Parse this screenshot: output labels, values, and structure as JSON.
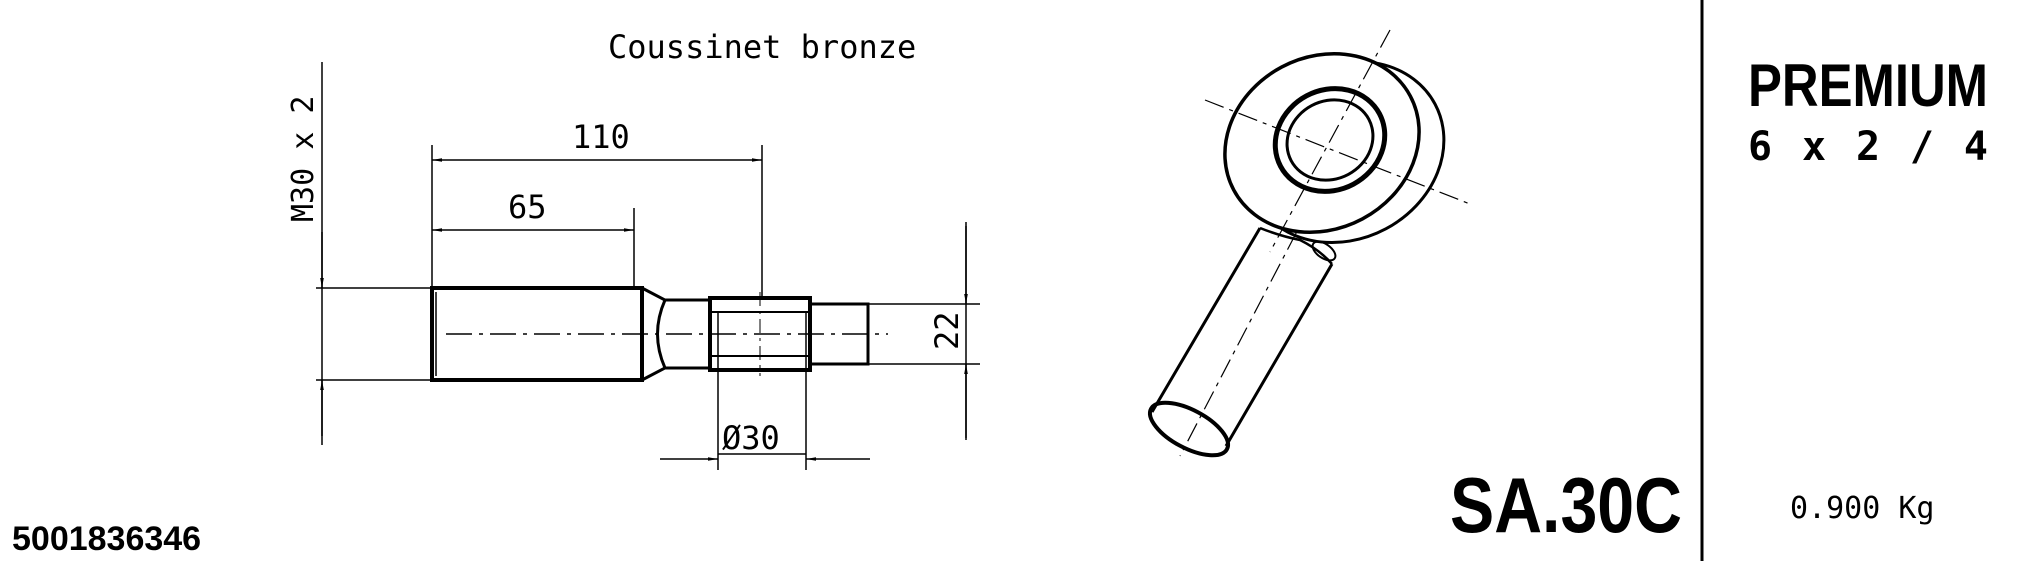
{
  "drawing": {
    "bearing_label": "Coussinet bronze",
    "thread_label": "M30 x 2",
    "dims": {
      "overall": "110",
      "shank": "65",
      "width": "22",
      "bore": "Ø30"
    },
    "model": "SA.30C",
    "part_number": "5001836346"
  },
  "title_block": {
    "series": "PREMIUM",
    "packing": "6 x 2 / 4",
    "weight": "0.900 Kg"
  },
  "colors": {
    "ink": "#000000",
    "paper": "#ffffff"
  }
}
